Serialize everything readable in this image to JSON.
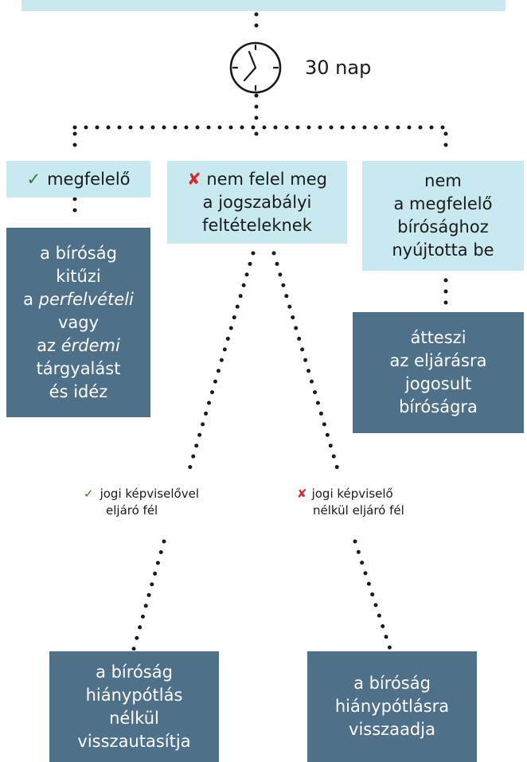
{
  "timer": {
    "label": "30 nap"
  },
  "branches": {
    "left": {
      "label": "megfelelő"
    },
    "middle": {
      "lines": [
        "nem felel meg",
        "a jogszabályi",
        "feltételeknek"
      ]
    },
    "right": {
      "lines": [
        "nem",
        "a megfelelő",
        "bírósághoz",
        "nyújtotta be"
      ]
    }
  },
  "outcomes": {
    "left": {
      "line1": "a bíróság",
      "line2": "kitűzi",
      "line3_prefix": "a ",
      "line3_italic": "perfelvételi",
      "line4": "vagy",
      "line5_prefix": "az ",
      "line5_italic": "érdemi",
      "line6": "tárgyalást",
      "line7": "és idéz"
    },
    "right": {
      "lines": [
        "átteszi",
        "az eljárásra",
        "jogosult",
        "bíróságra"
      ]
    }
  },
  "sub_branches": {
    "with_lawyer": {
      "lines": [
        "jogi képviselővel",
        "eljáró fél"
      ]
    },
    "without_lawyer": {
      "lines": [
        "jogi képviselő",
        "nélkül eljáró fél"
      ]
    }
  },
  "final": {
    "left": {
      "lines": [
        "a bíróság",
        "hiánypótlás",
        "nélkül",
        "visszautasítja"
      ]
    },
    "right": {
      "lines": [
        "a bíróság",
        "hiánypótlásra",
        "visszaadja"
      ]
    }
  },
  "icons": {
    "ok": "check-icon",
    "fail": "cross-icon",
    "timer": "clock-icon"
  },
  "colors": {
    "light_box": "#c7e9ef",
    "dark_box": "#4e7089",
    "check": "#2f7d2f",
    "cross": "#d42a2a"
  }
}
